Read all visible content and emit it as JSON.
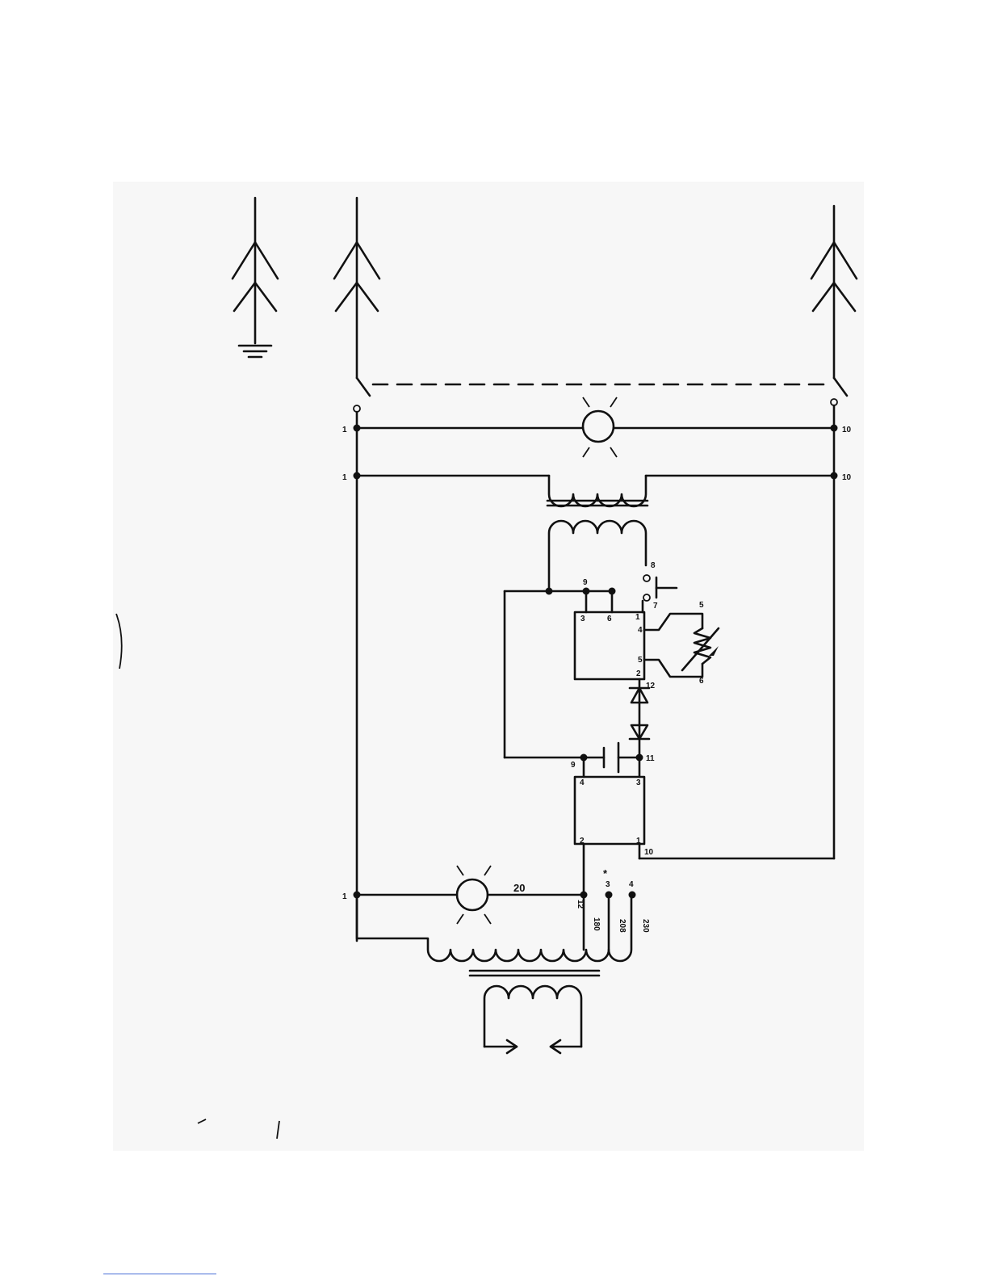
{
  "terminals": {
    "t1a": "1",
    "t1b": "1",
    "t1c": "1",
    "t10a": "10",
    "t10b": "10",
    "t10c": "10",
    "t8": "8",
    "t7": "7",
    "t9a": "9",
    "t9b": "9",
    "t5": "5",
    "t6": "6",
    "t11": "11",
    "t12a": "12",
    "t12b": "12",
    "t3b": "3",
    "t4b": "4"
  },
  "relay_upper": {
    "pin3": "3",
    "pin6": "6",
    "pin1": "1",
    "pin4": "4",
    "pin5": "5",
    "pin2": "2"
  },
  "relay_lower": {
    "pin4": "4",
    "pin3": "3",
    "pin2": "2",
    "pin1": "1"
  },
  "wire_label": "20",
  "asterisk": "*",
  "tap_voltages": {
    "v180": "180",
    "v208": "208",
    "v230": "230"
  }
}
